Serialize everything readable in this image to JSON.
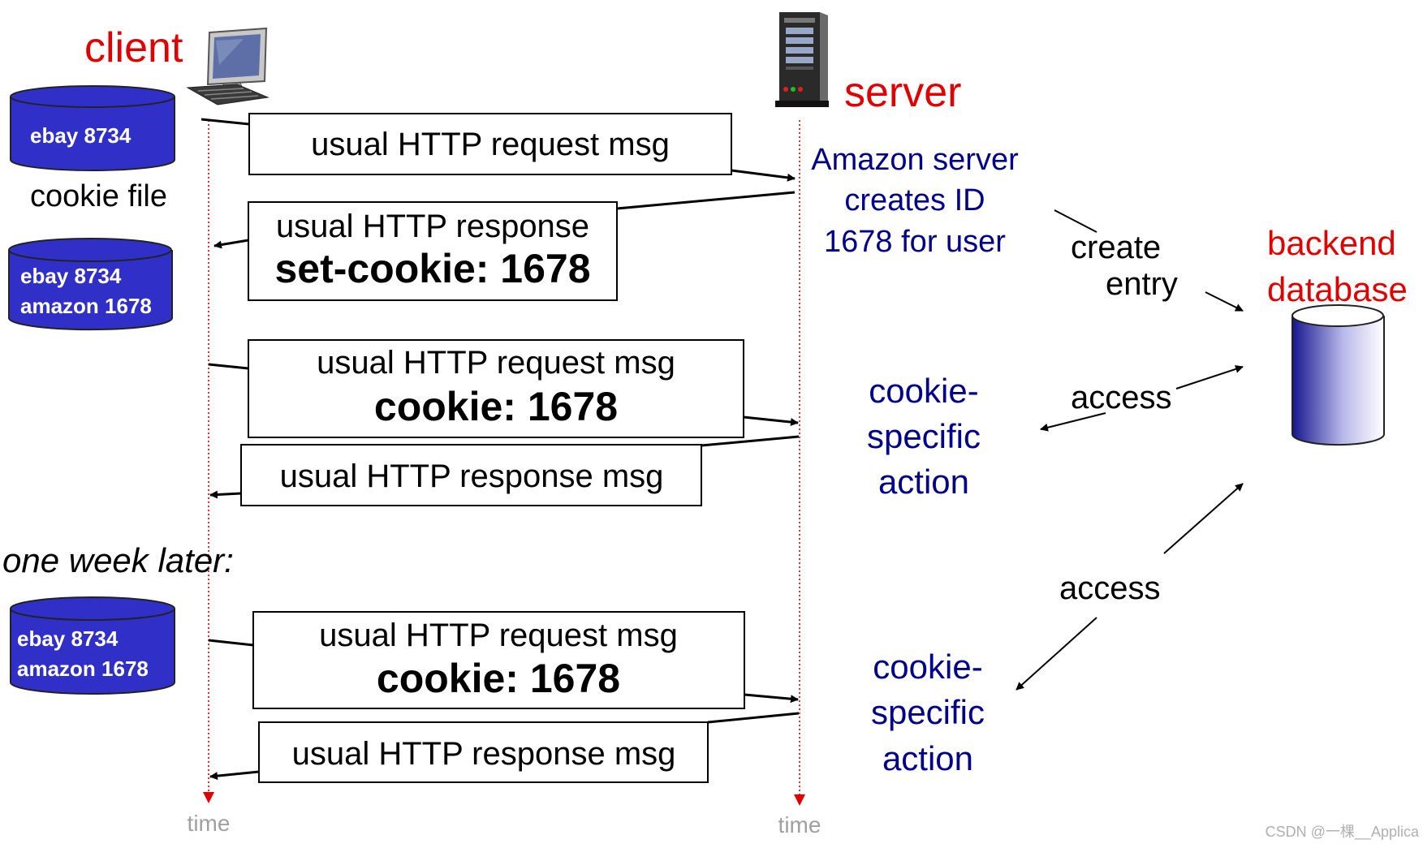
{
  "title_labels": {
    "client": "client",
    "server": "server"
  },
  "time_axis": {
    "client_label": "time",
    "server_label": "time"
  },
  "cookie_files": [
    {
      "entries": [
        "ebay 8734"
      ]
    },
    {
      "entries": [
        "ebay 8734",
        "amazon 1678"
      ]
    },
    {
      "entries": [
        "ebay 8734",
        "amazon 1678"
      ]
    }
  ],
  "cookie_file_caption": "cookie file",
  "one_week_later": "one week later:",
  "messages": [
    {
      "line1": "usual HTTP request msg"
    },
    {
      "line1": "usual HTTP response",
      "line2": "set-cookie: 1678"
    },
    {
      "line1": "usual HTTP request msg",
      "line2": "cookie: 1678"
    },
    {
      "line1": "usual HTTP response msg"
    },
    {
      "line1": "usual HTTP request msg",
      "line2": "cookie: 1678"
    },
    {
      "line1": "usual HTTP response msg"
    }
  ],
  "server_notes": {
    "create_id": [
      "Amazon server",
      "creates ID",
      "1678 for user"
    ],
    "action_1": [
      "cookie-",
      "specific",
      "action"
    ],
    "action_2": [
      "cookie-",
      "specific",
      "action"
    ]
  },
  "database": {
    "lines": [
      "backend",
      "database"
    ]
  },
  "db_links": {
    "create": [
      "create",
      "entry"
    ],
    "access_1": "access",
    "access_2": "access"
  },
  "watermark": "CSDN @一棵__Applica",
  "colors": {
    "title_red": "#e00000",
    "note_blue": "#00008b",
    "cylinder_blue": "#3030c8",
    "timeline_red": "#e00000"
  },
  "icons": {
    "client": "desktop-computer-icon",
    "server": "server-tower-icon",
    "database": "database-cylinder-icon"
  }
}
